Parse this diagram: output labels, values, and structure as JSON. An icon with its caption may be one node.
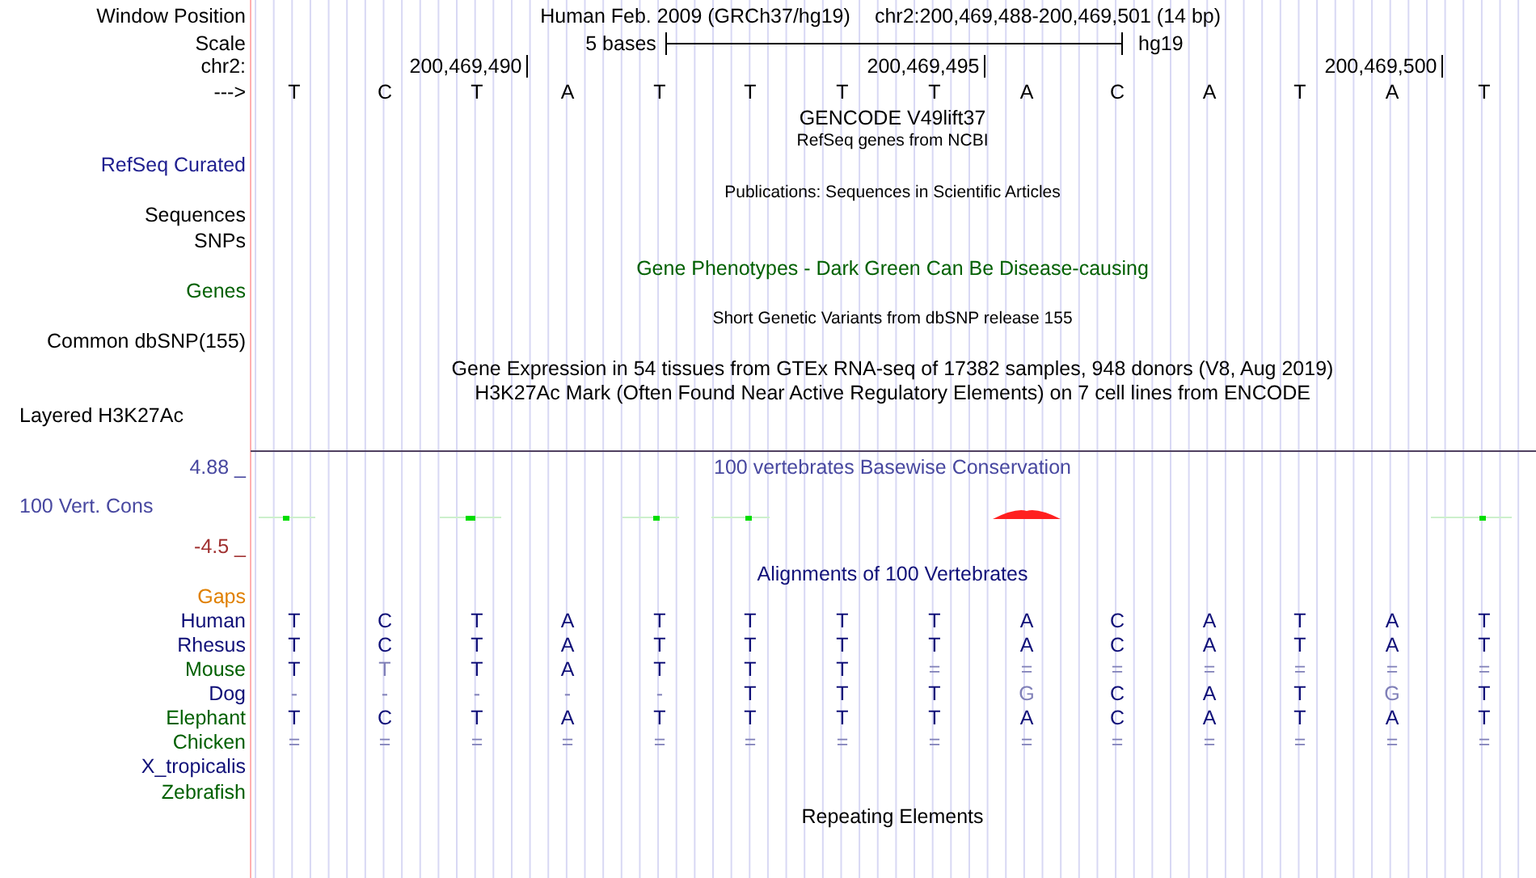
{
  "diagram": {
    "labels": [
      "Window Position",
      "Human Feb. 2009 (GRCh37/hg19)",
      "chr2:200,469,488-200,469,501 (14 bp)",
      "Scale",
      "5 bases",
      "hg19",
      "chr2:",
      "200,469,490",
      "200,469,495",
      "200,469,500",
      "--->",
      "T",
      "C",
      "T",
      "A",
      "T",
      "T",
      "T",
      "T",
      "A",
      "C",
      "A",
      "T",
      "A",
      "T",
      "GENCODE V49lift37",
      "RefSeq genes from NCBI",
      "RefSeq Curated",
      "Publications: Sequences in Scientific Articles",
      "Sequences",
      "SNPs",
      "Gene Phenotypes - Dark Green Can Be Disease-causing",
      "Genes",
      "Short Genetic Variants from dbSNP release 155",
      "Common dbSNP(155)",
      "Gene Expression in 54 tissues from GTEx RNA-seq of 17382 samples, 948 donors (V8, Aug 2019)",
      "H3K27Ac Mark (Often Found Near Active Regulatory Elements) on 7 cell lines from ENCODE",
      "Layered H3K27Ac",
      "4.88 _",
      "100 vertebrates Basewise Conservation",
      "100 Vert. Cons",
      "-4.5 _",
      "Alignments of 100 Vertebrates",
      "Gaps",
      "Human",
      "T",
      "C",
      "T",
      "A",
      "T",
      "T",
      "T",
      "T",
      "A",
      "C",
      "A",
      "T",
      "A",
      "T",
      "Rhesus",
      "T",
      "C",
      "T",
      "A",
      "T",
      "T",
      "T",
      "T",
      "A",
      "C",
      "A",
      "T",
      "A",
      "T",
      "Mouse",
      "T",
      "T",
      "T",
      "A",
      "T",
      "T",
      "T",
      "=",
      "=",
      "=",
      "=",
      "=",
      "=",
      "=",
      "Dog",
      "-",
      "-",
      "-",
      "-",
      "-",
      "T",
      "T",
      "T",
      "G",
      "C",
      "A",
      "T",
      "G",
      "T",
      "Elephant",
      "T",
      "C",
      "T",
      "A",
      "T",
      "T",
      "T",
      "T",
      "A",
      "C",
      "A",
      "T",
      "A",
      "T",
      "Chicken",
      "=",
      "=",
      "=",
      "=",
      "=",
      "=",
      "=",
      "=",
      "=",
      "=",
      "=",
      "=",
      "=",
      "=",
      "X_tropicalis",
      "Zebrafish",
      "Repeating Elements"
    ]
  }
}
